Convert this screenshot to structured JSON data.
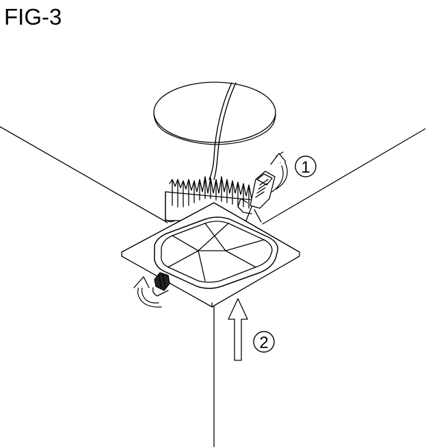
{
  "figure": {
    "title": "FIG-3"
  },
  "steps": [
    {
      "number": "1"
    },
    {
      "number": "2"
    }
  ],
  "colors": {
    "line": "#000000",
    "background": "#ffffff"
  },
  "icons": {
    "rotate_arrow": "curved-arrow-icon",
    "push_arrow": "up-arrow-icon"
  }
}
